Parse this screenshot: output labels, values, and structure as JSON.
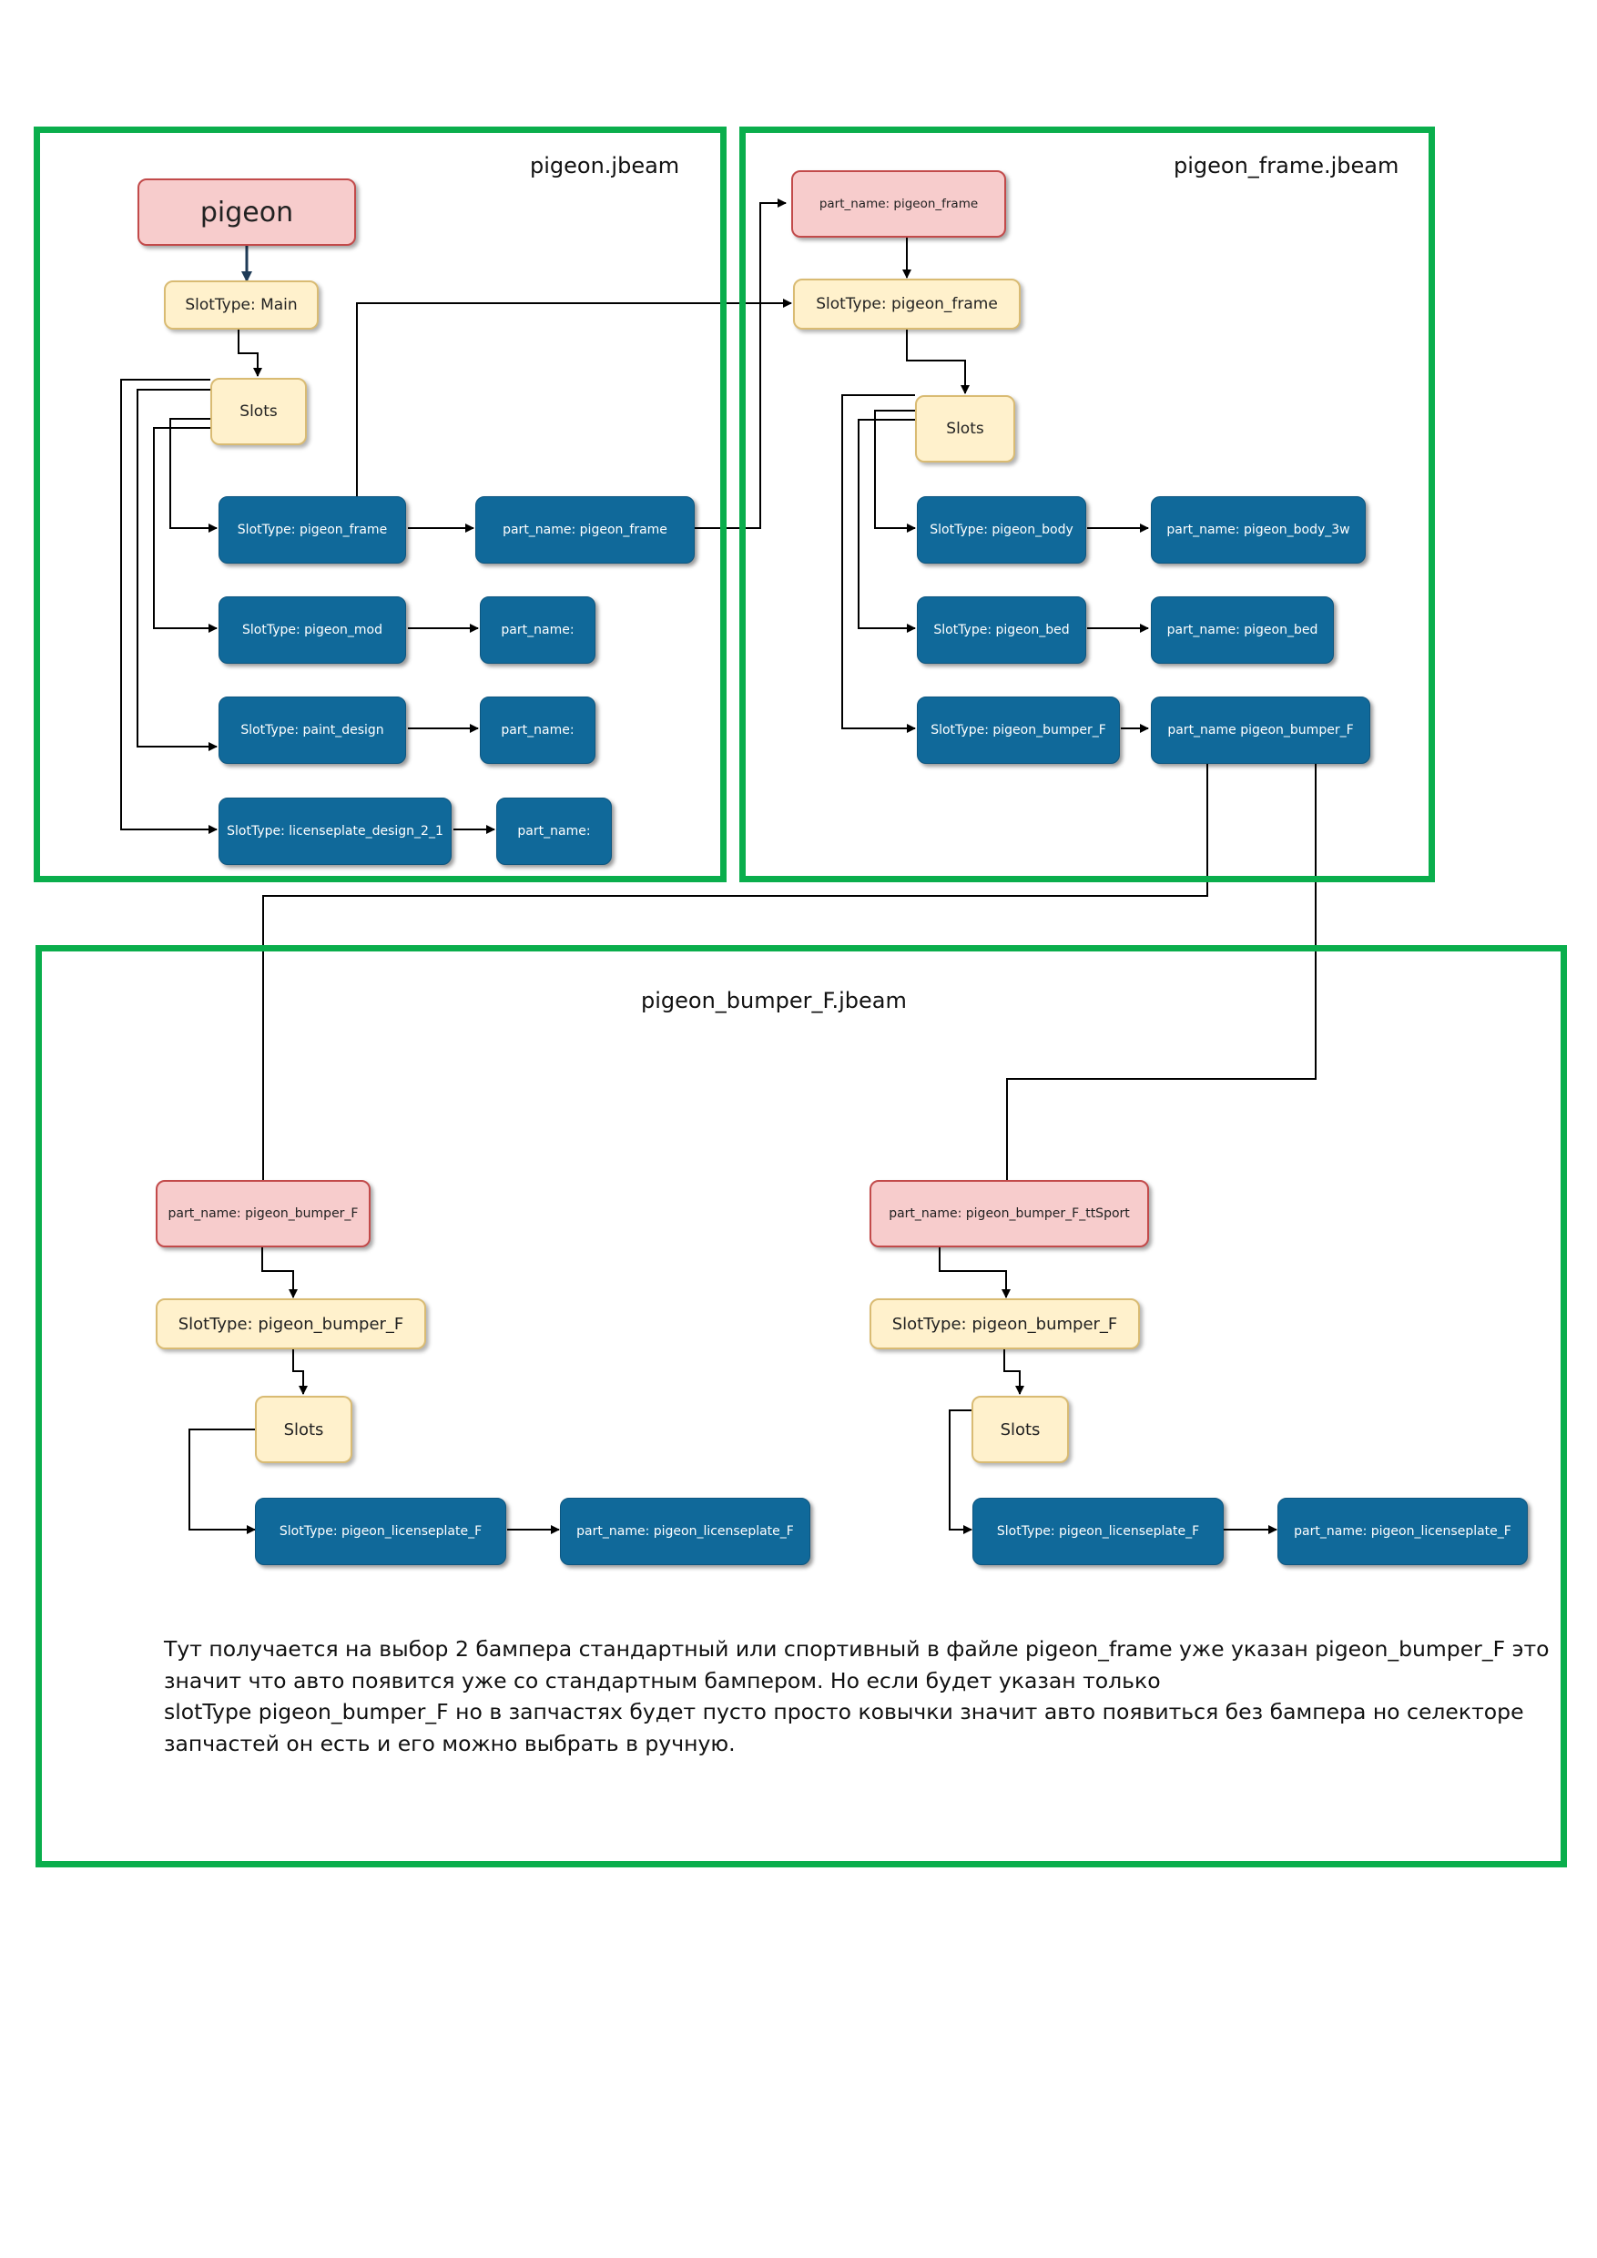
{
  "files": {
    "pigeon": "pigeon.jbeam",
    "frame": "pigeon_frame.jbeam",
    "bumper": "pigeon_bumper_F.jbeam"
  },
  "pigeon_file": {
    "root": "pigeon",
    "slottype_main": "SlotType: Main",
    "slots": "Slots",
    "rows": [
      {
        "slot": "SlotType: pigeon_frame",
        "part": "part_name: pigeon_frame"
      },
      {
        "slot": "SlotType: pigeon_mod",
        "part": "part_name:"
      },
      {
        "slot": "SlotType: paint_design",
        "part": "part_name:"
      },
      {
        "slot": "SlotType: licenseplate_design_2_1",
        "part": "part_name:"
      }
    ]
  },
  "frame_file": {
    "root": "part_name: pigeon_frame",
    "slottype": "SlotType: pigeon_frame",
    "slots": "Slots",
    "rows": [
      {
        "slot": "SlotType: pigeon_body",
        "part": "part_name: pigeon_body_3w"
      },
      {
        "slot": "SlotType: pigeon_bed",
        "part": "part_name: pigeon_bed"
      },
      {
        "slot": "SlotType: pigeon_bumper_F",
        "part": "part_name pigeon_bumper_F"
      }
    ]
  },
  "bumper_file": {
    "left": {
      "root": "part_name: pigeon_bumper_F",
      "slottype": "SlotType: pigeon_bumper_F",
      "slots": "Slots",
      "slot": "SlotType: pigeon_licenseplate_F",
      "part": "part_name: pigeon_licenseplate_F"
    },
    "right": {
      "root": "part_name: pigeon_bumper_F_ttSport",
      "slottype": "SlotType: pigeon_bumper_F",
      "slots": "Slots",
      "slot": "SlotType: pigeon_licenseplate_F",
      "part": "part_name: pigeon_licenseplate_F"
    }
  },
  "description": [
    "Тут получается на выбор 2 бампера стандартный или спортивный в файле pigeon_frame уже указан pigeon_bumper_F это",
    "значит что авто появится уже со стандартным бампером. Но если будет указан только",
    "slotType pigeon_bumper_F но в запчастях будет пусто просто ковычки значит авто появиться без бампера но селекторе",
    "запчастей он есть и его можно выбрать в ручную."
  ],
  "colors": {
    "frame_border": "#0aae4c",
    "part_node": "#f7cccc",
    "slottype_node": "#fff1cc",
    "slot_node": "#10699a"
  }
}
